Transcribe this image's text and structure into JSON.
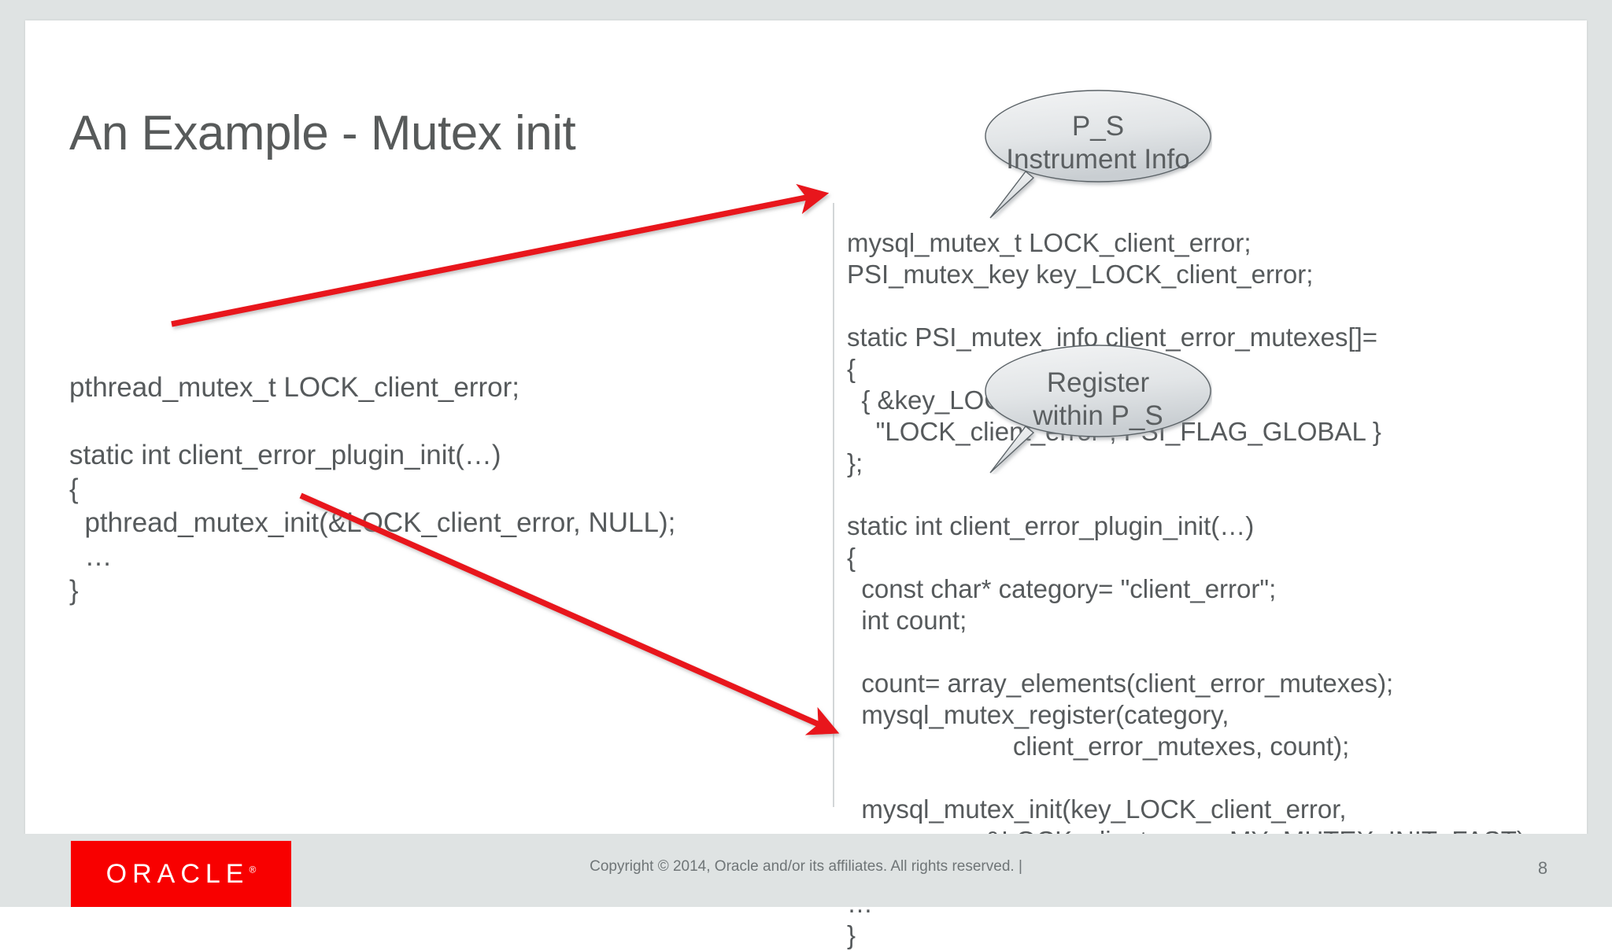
{
  "slide": {
    "title": "An Example - Mutex init",
    "page_number": "8",
    "title_color": "#575a5a",
    "code_color": "#565a5c",
    "accent_color": "#f80000",
    "divider_color": "#d3d6d8",
    "background_color": "#dfe3e3",
    "slide_color": "#ffffff"
  },
  "left_code": {
    "lines": [
      "pthread_mutex_t LOCK_client_error;",
      "",
      "static int client_error_plugin_init(…)",
      "{",
      "  pthread_mutex_init(&LOCK_client_error, NULL);",
      "  …",
      "}"
    ],
    "text": "pthread_mutex_t LOCK_client_error;\n\nstatic int client_error_plugin_init(…)\n{\n  pthread_mutex_init(&LOCK_client_error, NULL);\n  …\n}"
  },
  "right_code": {
    "lines": [
      "mysql_mutex_t LOCK_client_error;",
      "PSI_mutex_key key_LOCK_client_error;",
      "",
      "static PSI_mutex_info client_error_mutexes[]=",
      "{",
      "  { &key_LOCK_client_error,",
      "    \"LOCK_client_error\", PSI_FLAG_GLOBAL }",
      "};",
      "",
      "static int client_error_plugin_init(…)",
      "{",
      "  const char* category= \"client_error\";",
      "  int count;",
      "",
      "  count= array_elements(client_error_mutexes);",
      "  mysql_mutex_register(category,",
      "                       client_error_mutexes, count);",
      "",
      "  mysql_mutex_init(key_LOCK_client_error,",
      "                   &LOCK_client_error, MY_MUTEX_INIT_FAST);",
      "",
      "…",
      "}"
    ],
    "text": "mysql_mutex_t LOCK_client_error;\nPSI_mutex_key key_LOCK_client_error;\n\nstatic PSI_mutex_info client_error_mutexes[]=\n{\n  { &key_LOCK_client_error,\n    \"LOCK_client_error\", PSI_FLAG_GLOBAL }\n};\n\nstatic int client_error_plugin_init(…)\n{\n  const char* category= \"client_error\";\n  int count;\n\n  count= array_elements(client_error_mutexes);\n  mysql_mutex_register(category,\n                       client_error_mutexes, count);\n\n  mysql_mutex_init(key_LOCK_client_error,\n                   &LOCK_client_error, MY_MUTEX_INIT_FAST);\n\n…\n}"
  },
  "callouts": [
    {
      "id": "ps-instrument-info",
      "line1": "P_S",
      "line2": "Instrument Info"
    },
    {
      "id": "register-within-ps",
      "line1": "Register",
      "line2": "within P_S"
    }
  ],
  "annotations": {
    "arrow_1_name": "red-arrow-declaration",
    "arrow_2_name": "red-arrow-init"
  },
  "footer": {
    "logo_text": "ORACLE",
    "logo_trademark": "®",
    "copyright": "Copyright © 2014, Oracle and/or its affiliates. All rights reserved.   |",
    "page_number": "8"
  }
}
